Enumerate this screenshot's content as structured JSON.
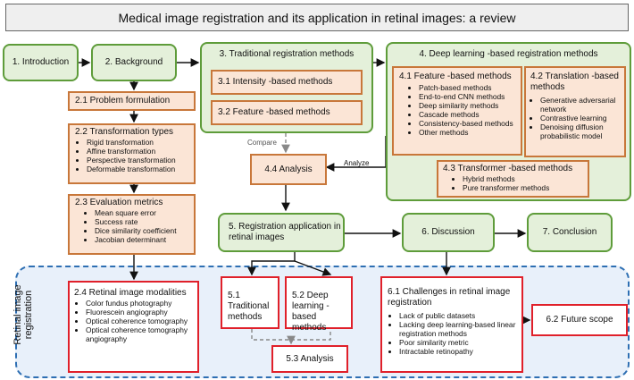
{
  "title": "Medical image registration and its application in retinal images: a review",
  "introduction": "1. Introduction",
  "background": "2. Background",
  "problem": "2.1 Problem formulation",
  "transformation": {
    "title": "2.2 Transformation types",
    "items": [
      "Rigid transformation",
      "Affine transformation",
      "Perspective transformation",
      "Deformable transformation"
    ]
  },
  "evaluation": {
    "title": "2.3 Evaluation metrics",
    "items": [
      "Mean square error",
      "Success rate",
      "Dice similarity coefficient",
      "Jacobian determinant"
    ]
  },
  "traditional": {
    "title": "3. Traditional registration methods",
    "intensity": "3.1 Intensity -based methods",
    "feature": "3.2 Feature -based methods"
  },
  "deep": {
    "title": "4. Deep learning -based registration methods",
    "feature_title": "4.1 Feature -based methods",
    "feature_items": [
      "Patch-based methods",
      "End-to-end CNN methods",
      "Deep similarity methods",
      "Cascade methods",
      "Consistency-based methods",
      "Other methods"
    ],
    "translation_title": "4.2 Translation -based methods",
    "translation_items": [
      "Generative adversarial network",
      "Contrastive learning",
      "Denoising diffusion probabilistic model"
    ],
    "transformer_title": "4.3 Transformer -based methods",
    "transformer_items": [
      "Hybrid methods",
      "Pure transformer methods"
    ]
  },
  "analysis": "4.4 Analysis",
  "compare_label": "Compare",
  "analyze_label": "Analyze",
  "application": "5. Registration application in retinal images",
  "discussion": "6. Discussion",
  "conclusion": "7. Conclusion",
  "retinal_label": "Retinal image registration",
  "modalities": {
    "title": "2.4 Retinal image modalities",
    "items": [
      "Color fundus photography",
      "Fluorescein angiography",
      "Optical coherence tomography",
      "Optical coherence tomography angiography"
    ]
  },
  "app_traditional": "5.1 Traditional methods",
  "app_deep": "5.2 Deep learning -based methods",
  "app_analysis": "5.3 Analysis",
  "challenges": {
    "title": "6.1 Challenges in retinal image registration",
    "items": [
      "Lack of public datasets",
      "Lacking deep learning-based linear registration methods",
      "Poor similarity metric",
      "Intractable retinopathy"
    ]
  },
  "future": "6.2 Future scope"
}
